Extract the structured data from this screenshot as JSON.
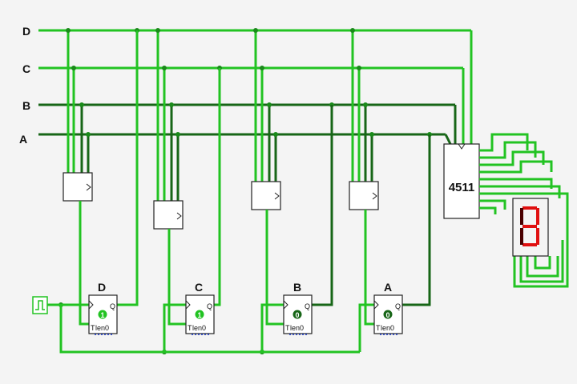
{
  "signals": {
    "d_label": "D",
    "c_label": "C",
    "b_label": "B",
    "a_label": "A"
  },
  "decoder": {
    "label": "4511"
  },
  "flipflops": [
    {
      "label": "D",
      "state": "1",
      "clr": "T",
      "en": "len0"
    },
    {
      "label": "C",
      "state": "1",
      "clr": "T",
      "en": "len0"
    },
    {
      "label": "B",
      "state": "0",
      "clr": "T",
      "en": "len0"
    },
    {
      "label": "A",
      "state": "0",
      "clr": "T",
      "en": "len0"
    }
  ],
  "q_label": "Q",
  "display": {
    "digit": "3"
  },
  "colors": {
    "high": "#22c322",
    "low": "#176617",
    "segment_on": "#e01010",
    "segment_off": "#4a0000"
  }
}
